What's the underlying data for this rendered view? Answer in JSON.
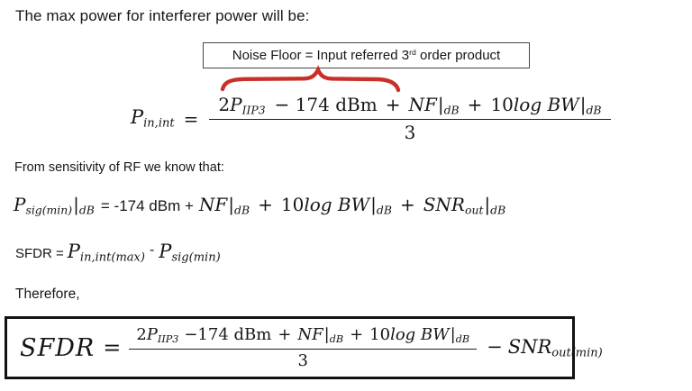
{
  "texts": {
    "title": "The max power for interferer power will be:",
    "from_sensitivity": "From sensitivity of RF we know that:",
    "therefore": "Therefore,"
  },
  "noise_floor_box": {
    "text_before_sup": "Noise Floor = Input referred 3",
    "sup": "rd",
    "text_after_sup": " order product"
  },
  "pin_formula": {
    "lhs_p": "P",
    "lhs_sub": "in,int",
    "eq": "=",
    "num_2": "2",
    "num_p": "P",
    "num_p_sub": "IIP3",
    "num_minus174": "− 174 dBm",
    "num_plus1": "+",
    "num_nf": "NF",
    "num_bar1": "|",
    "num_db1": "dB",
    "num_plus2": "+",
    "num_10": "10",
    "num_logbw": "log BW",
    "num_bar2": "|",
    "num_db2": "dB",
    "den": "3"
  },
  "psig_formula": {
    "p": "P",
    "p_sub": "sig(min)",
    "bar0": "|",
    "db0": "dB",
    "eq_minus174": "= -174 dBm +",
    "nf": "NF",
    "bar1": "|",
    "db1": "dB",
    "plus1": "+",
    "ten": "10",
    "logbw": "log BW",
    "bar2": "|",
    "db2": "dB",
    "plus2": "+",
    "snr": "SNR",
    "snr_sub": "out",
    "bar3": "|",
    "db3": "dB"
  },
  "sfdr_formula": {
    "sfdr_eq": "SFDR =",
    "p1": "P",
    "p1_sub": "in,int(max)",
    "minus": "-",
    "p2": "P",
    "p2_sub": "sig(min)"
  },
  "final_formula": {
    "sfdr": "SFDR",
    "eq": "=",
    "num_2": "2",
    "num_p": "P",
    "num_p_sub": "IIP3",
    "num_minus174": "−174 dBm",
    "num_plus1": "+",
    "num_nf": "NF",
    "num_bar1": "|",
    "num_db1": "dB",
    "num_plus2": "+",
    "num_10": "10",
    "num_logbw": "log BW",
    "num_bar2": "|",
    "num_db2": "dB",
    "den": "3",
    "tail_minus": "−",
    "tail_snr": "SNR",
    "tail_sub": "out(min)"
  },
  "colors": {
    "brace_red": "#c9302a",
    "text": "#161616"
  }
}
